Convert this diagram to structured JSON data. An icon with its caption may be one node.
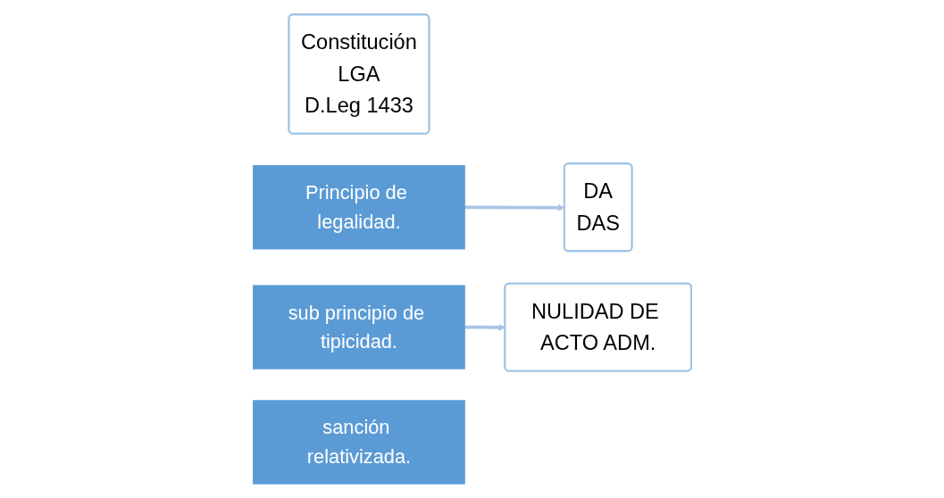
{
  "diagram": {
    "nodes": [
      {
        "text": [
          "Constitución",
          "LGA",
          "D.Leg 1433"
        ]
      },
      {
        "text": [
          "Principio de legalidad."
        ]
      },
      {
        "text": [
          "DA",
          "DAS"
        ]
      },
      {
        "text": [
          "sub principio de tipicidad."
        ]
      },
      {
        "text": [
          "NULIDAD DE ACTO ADM."
        ]
      },
      {
        "text": [
          "sanción relativizada."
        ]
      }
    ],
    "edges": [
      {
        "from": 1,
        "to": 2,
        "arrow": "to"
      },
      {
        "from": 3,
        "to": 4,
        "arrow": "to"
      }
    ]
  }
}
